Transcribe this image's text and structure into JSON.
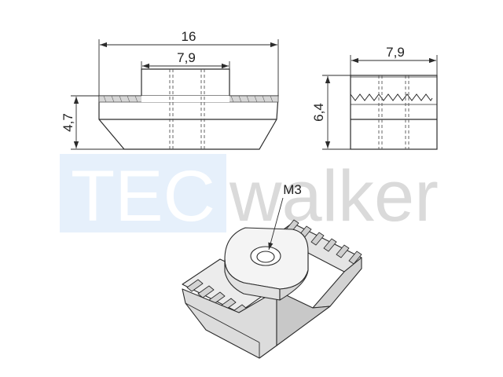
{
  "watermark": {
    "part1": "TEC",
    "part2": "walker",
    "box_color": "#e6f0fb",
    "text1_color": "#ffffff",
    "text2_color": "#dadada"
  },
  "dimensions": {
    "front_width": "16",
    "front_top_width": "7,9",
    "front_height": "4,7",
    "side_width": "7,9",
    "side_height": "6,4"
  },
  "iso_view": {
    "thread_label": "M3"
  },
  "colors": {
    "line": "#2b2b2b",
    "hidden_line": "#555555",
    "face_light": "#f2f2f2",
    "face_mid": "#e0e0e0",
    "face_dark": "#c4c4c4",
    "background": "#ffffff"
  }
}
